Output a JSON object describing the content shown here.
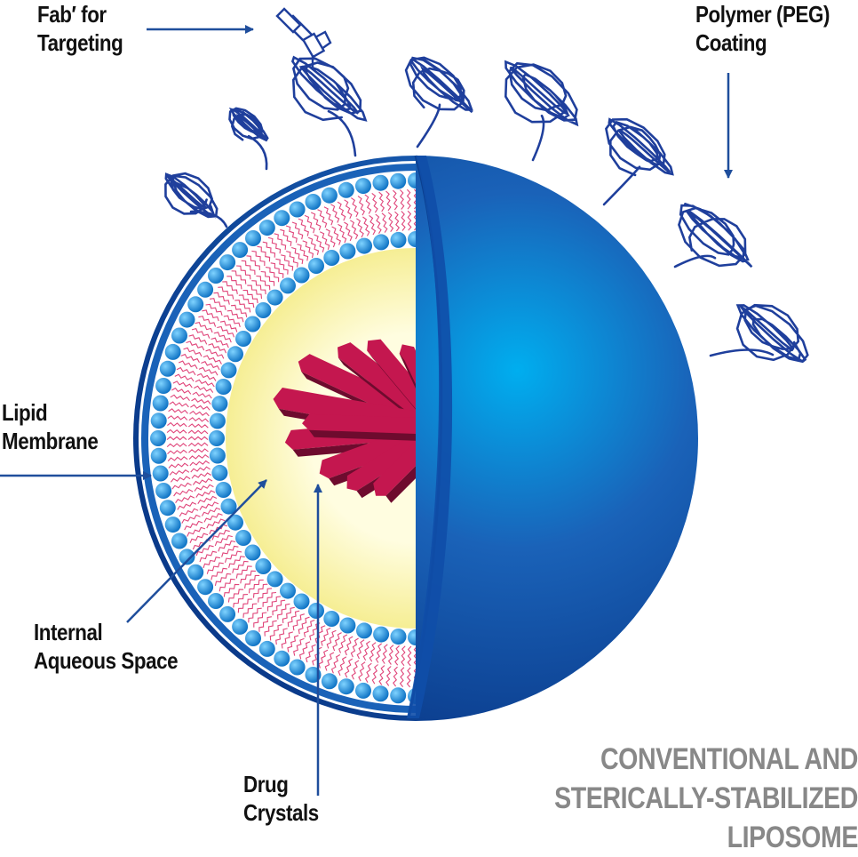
{
  "labels": {
    "fab": [
      "Fab′ for",
      "Targeting"
    ],
    "peg": [
      "Polymer (PEG)",
      "Coating"
    ],
    "lipid": [
      "Lipid",
      "Membrane"
    ],
    "aqueous": [
      "Internal",
      "Aqueous Space"
    ],
    "drug": [
      "Drug",
      "Crystals"
    ]
  },
  "title": [
    "CONVENTIONAL AND",
    "STERICALLY-STABILIZED",
    "LIPOSOME"
  ],
  "colors": {
    "sphere": "#1a62b8",
    "sphere_highlight": "#00aeef",
    "sphere_dark": "#0a3a8a",
    "arrows": "#1f4e9c",
    "aqueous": "#fdf8b8",
    "crystals": "#c4174f",
    "crystals_dark": "#6e0b2e",
    "lipid_tails": "#e0457a",
    "peg": "#1f3f9c",
    "title": "#888888"
  }
}
